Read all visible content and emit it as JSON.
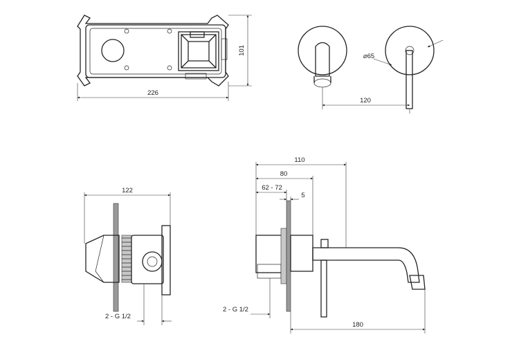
{
  "dimensions": {
    "top_view_width": "226",
    "top_view_height": "101",
    "rosette_diameter": "⌀65",
    "spout_center_distance": "120",
    "body_depth": "122",
    "body_connections": "2 - G 1/2",
    "overall_projection": "110",
    "wall_range_max": "80",
    "wall_range": "62 - 72",
    "plate_thickness": "5",
    "side_connections": "2 - G 1/2",
    "spout_length": "180"
  }
}
